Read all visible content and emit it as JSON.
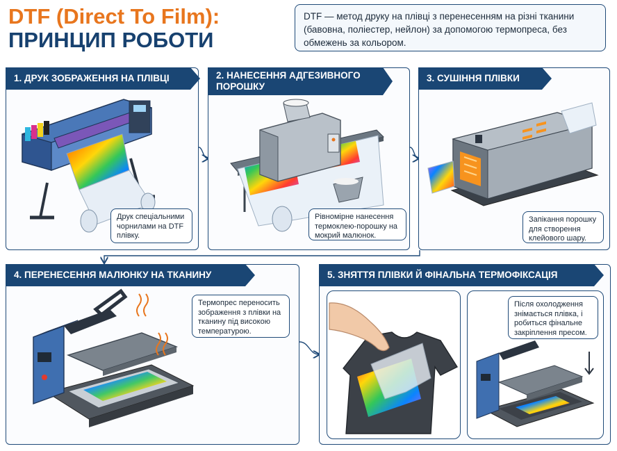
{
  "header": {
    "title_line1": "DTF (Direct To Film):",
    "title_line2": "ПРИНЦИП РОБОТИ",
    "intro": "DTF — метод друку на плівці з перенесенням на різні тканини (бавовна, поліестер, нейлон) за допомогою термопреса, без обмежень за кольором."
  },
  "steps": [
    {
      "title": "1. ДРУК ЗОБРАЖЕННЯ НА ПЛІВЦІ",
      "note": "Друк спеціальними чорнилами на DTF плівку.",
      "icon": "large-format-printer"
    },
    {
      "title": "2. НАНЕСЕННЯ АДГЕЗИВНОГО ПОРОШКУ",
      "note": "Рівномірне нанесення термоклею-порошку на мокрий малюнок.",
      "icon": "powder-shaker"
    },
    {
      "title": "3. СУШІННЯ ПЛІВКИ",
      "note": "Запікання порошку для створення клейового шару.",
      "icon": "curing-oven"
    },
    {
      "title": "4. ПЕРЕНЕСЕННЯ МАЛЮНКУ НА ТКАНИНУ",
      "note": "Термопрес переносить зображення з плівки на тканину під високою температурою.",
      "icon": "heat-press"
    },
    {
      "title": "5. ЗНЯТТЯ ПЛІВКИ Й ФІНАЛЬНА ТЕРМОФІКСАЦІЯ",
      "note": "Після охолодження знімається плівка, і робиться фінальне закріплення пресом.",
      "icon": "film-peel"
    }
  ],
  "colors": {
    "navy": "#1a4674",
    "orange": "#e8761e",
    "title_navy": "#17416f",
    "machine_blue": "#3f6fb0",
    "machine_gray": "#8a939c"
  }
}
